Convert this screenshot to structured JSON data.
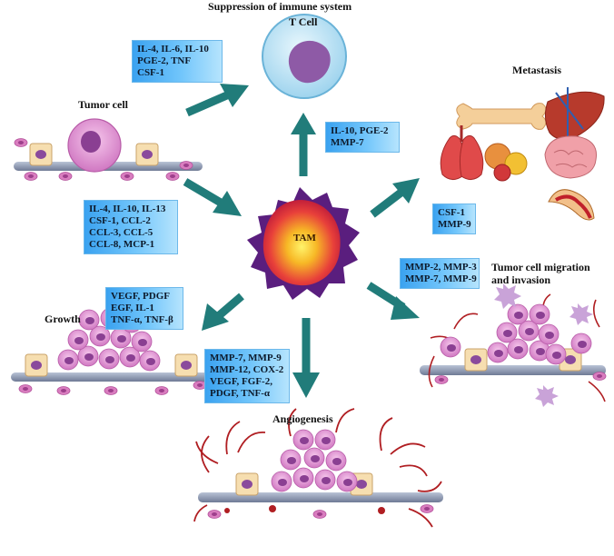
{
  "titles": {
    "suppression": "Suppression of immune system",
    "tcell": "T Cell",
    "tumor_cell": "Tumor cell",
    "metastasis": "Metastasis",
    "tam": "TAM",
    "migration_line1": "Tumor cell migration",
    "migration_line2": "and invasion",
    "growth": "Growth",
    "angiogenesis": "Angiogenesis"
  },
  "boxes": {
    "tumor_to_tcell": [
      "IL-4, IL-6, IL-10",
      "PGE-2, TNF",
      "CSF-1"
    ],
    "tam_to_tcell": [
      "IL-10, PGE-2",
      "MMP-7"
    ],
    "tumor_to_tam": [
      "IL-4, IL-10, IL-13",
      "CSF-1, CCL-2",
      "CCL-3, CCL-5",
      "CCL-8, MCP-1"
    ],
    "metastasis": [
      "CSF-1",
      "MMP-9"
    ],
    "migration": [
      "MMP-2, MMP-3",
      "MMP-7, MMP-9"
    ],
    "growth": [
      "VEGF, PDGF",
      "EGF, IL-1",
      "TNF-α, TNF-β"
    ],
    "angiogenesis": [
      "MMP-7, MMP-9",
      "MMP-12, COX-2",
      "VEGF, FGF-2,",
      "PDGF, TNF-α"
    ]
  },
  "colors": {
    "arrow": "#217c7a",
    "tam_core": "#f4c020",
    "tam_body": "#e8403a",
    "tam_halo": "#5a1e7e",
    "box_gradient_start": "#3aa2f0",
    "box_gradient_end": "#b6e4fd",
    "cell_pink": "#d98ccf",
    "nucleus": "#8a4a9c",
    "vessel": "#b01e22"
  }
}
